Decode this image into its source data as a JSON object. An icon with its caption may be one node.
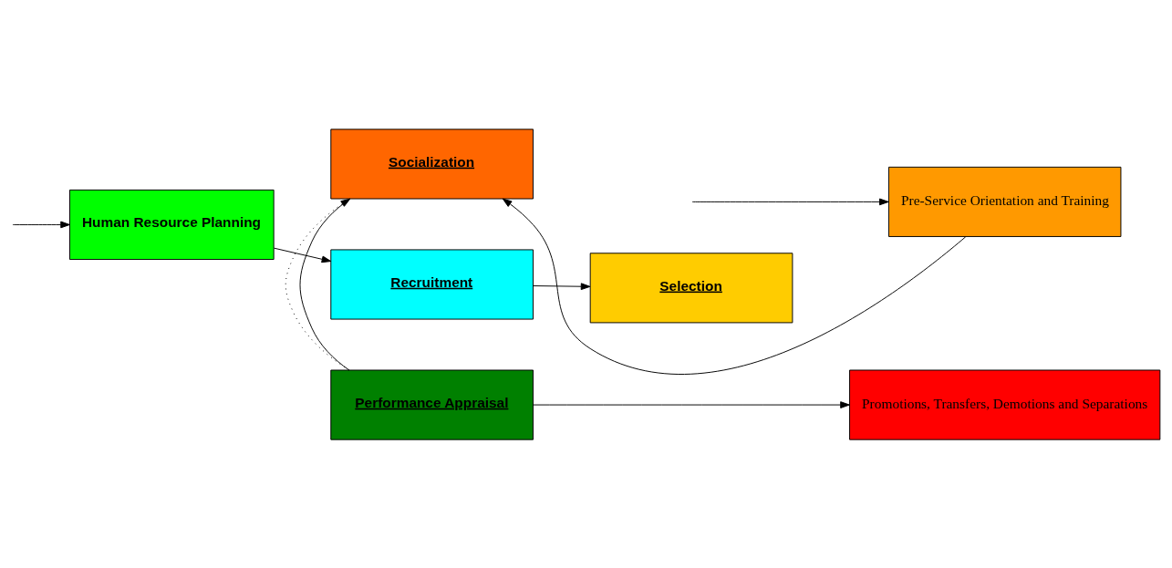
{
  "diagram": {
    "nodes": [
      {
        "text": [
          "Human Resource Planning"
        ]
      },
      {
        "text": [
          "Recruitment"
        ]
      },
      {
        "text": [
          "Selection"
        ]
      },
      {
        "text": [
          "Socialization"
        ]
      },
      {
        "text": [
          "Pre-Service Orientation and Training"
        ]
      },
      {
        "text": [
          "Performance Appraisal"
        ]
      },
      {
        "text": [
          "Promotions, Transfers, Demotions and Separations"
        ]
      }
    ],
    "edges": [
      {
        "from": null,
        "to": 0,
        "arrow": "to"
      },
      {
        "from": 0,
        "to": 1,
        "arrow": "to"
      },
      {
        "from": 1,
        "to": 2,
        "arrow": "to"
      },
      {
        "from": null,
        "to": 4,
        "arrow": "to"
      },
      {
        "from": 4,
        "to": 3,
        "arrow": "to"
      },
      {
        "from": 3,
        "to": 5,
        "arrow": "none"
      },
      {
        "from": 5,
        "to": 6,
        "arrow": "to"
      },
      {
        "from": 5,
        "to": 3,
        "arrow": "to",
        "style": "dashed"
      }
    ]
  }
}
